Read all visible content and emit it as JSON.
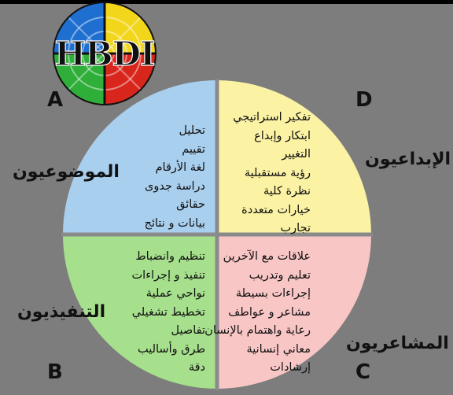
{
  "logo": {
    "text": "HBDI"
  },
  "quadrants": {
    "A": {
      "letter": "A",
      "title": "الموضوعيون",
      "items": [
        "تحليل",
        "تقييم",
        "لغة الأرقام",
        "دراسة جدوى",
        "حقائق",
        "بيانات و نتائج"
      ],
      "color": "#a9cfee"
    },
    "D": {
      "letter": "D",
      "title": "الإبداعيون",
      "items": [
        "تفكير استراتيجي",
        "ابتكار وإبداع",
        "التغيير",
        "رؤية مستقبلية",
        "نظرة كلية",
        "خيارات متعددة",
        "تجارب"
      ],
      "color": "#fbf2a4"
    },
    "B": {
      "letter": "B",
      "title": "التنفيذيون",
      "items": [
        "تنظيم وانضباط",
        "تنفيذ و إجراءات",
        "نواحي عملية",
        "تخطيط تشغيلي",
        "تفاصيل",
        "طرق وأساليب",
        "دقة"
      ],
      "color": "#a6e08c"
    },
    "C": {
      "letter": "C",
      "title": "المشاعريون",
      "items": [
        "علاقات مع الآخرين",
        "تعليم وتدريب",
        "إجراءات بسيطة",
        "مشاعر و عواطف",
        "رعاية واهتمام بالإنسان",
        "معاني إنسانية",
        "إرشادات"
      ],
      "color": "#f9c6c6"
    }
  }
}
